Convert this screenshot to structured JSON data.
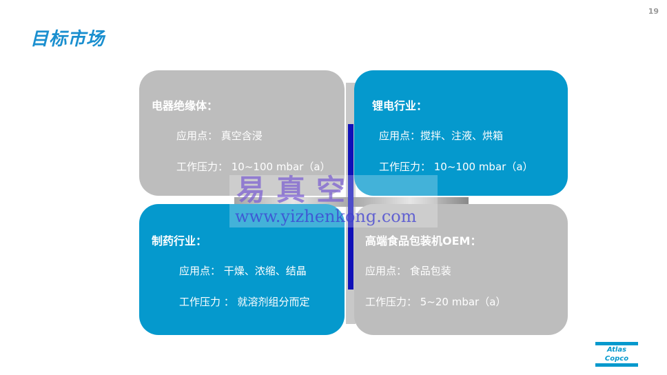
{
  "page_number": "19",
  "title": "目标市场",
  "cards": [
    {
      "heading": "电器绝缘体：",
      "application": "应用点： 真空含浸",
      "pressure": "工作压力： 10~100 mbar（a）"
    },
    {
      "heading": "锂电行业：",
      "application": "应用点：搅拌、注液、烘箱",
      "pressure": "工作压力： 10~100 mbar（a）"
    },
    {
      "heading": "制药行业：",
      "application": "应用点： 干燥、浓缩、结晶",
      "pressure": "工作压力 ： 就溶剂组分而定"
    },
    {
      "heading": "高端食品包装机OEM：",
      "application": "应用点： 食品包装",
      "pressure": "工作压力： 5~20 mbar（a）"
    }
  ],
  "watermark": {
    "cn": "易真空",
    "url": "www.yizhenkong.com"
  },
  "logo": "Atlas Copco",
  "colors": {
    "blue": "#0599cd",
    "grey": "#bdbdbd",
    "title": "#1a8fcf"
  }
}
